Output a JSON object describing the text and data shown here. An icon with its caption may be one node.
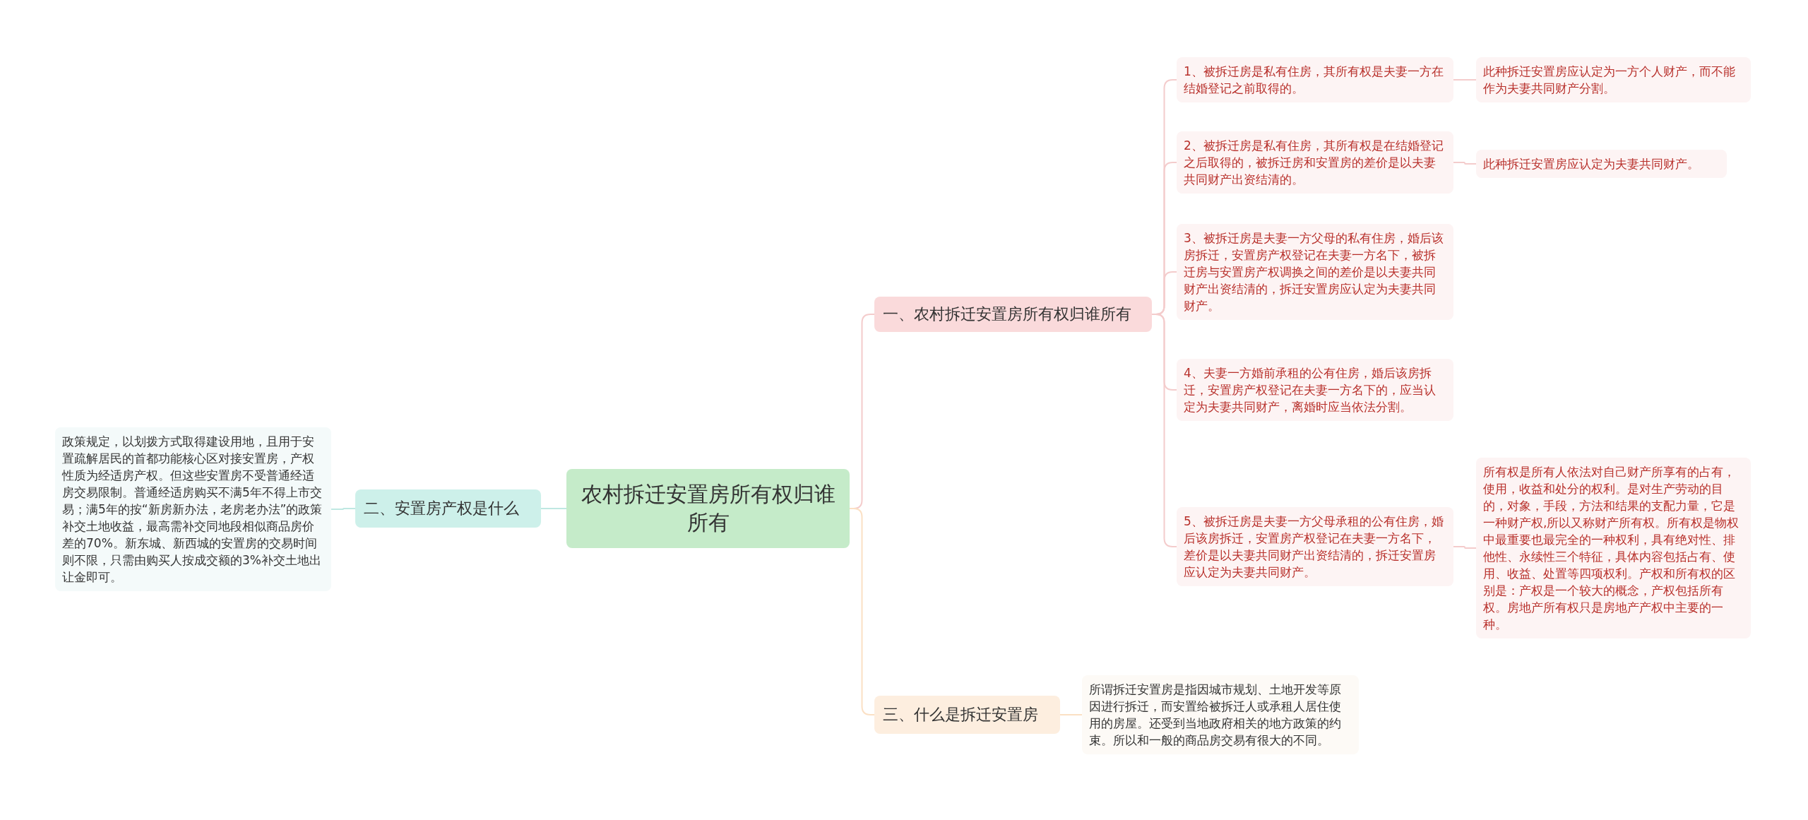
{
  "diagram": {
    "nodes": [
      {
        "text": [
          "农村拆迁安置房所有权归谁所有"
        ]
      },
      {
        "text": [
          "一、农村拆迁安置房所有权归谁所有"
        ]
      },
      {
        "text": [
          "1、被拆迁房是私有住房，其所有权是夫妻一方在结婚登记之前取得的。"
        ]
      },
      {
        "text": [
          "此种拆迁安置房应认定为一方个人财产，而不能作为夫妻共同财产分割。"
        ]
      },
      {
        "text": [
          "2、被拆迁房是私有住房，其所有权是在结婚登记之后取得的，被拆迁房和安置房的差价是以夫妻共同财产出资结清的。"
        ]
      },
      {
        "text": [
          "此种拆迁安置房应认定为夫妻共同财产。"
        ]
      },
      {
        "text": [
          "3、被拆迁房是夫妻一方父母的私有住房，婚后该房拆迁，安置房产权登记在夫妻一方名下，被拆迁房与安置房产权调换之间的差价是以夫妻共同财产出资结清的，拆迁安置房应认定为夫妻共同财产。"
        ]
      },
      {
        "text": [
          "4、夫妻一方婚前承租的公有住房，婚后该房拆迁，安置房产权登记在夫妻一方名下的，应当认定为夫妻共同财产，离婚时应当依法分割。"
        ]
      },
      {
        "text": [
          "5、被拆迁房是夫妻一方父母承租的公有住房，婚后该房拆迁，安置房产权登记在夫妻一方名下，差价是以夫妻共同财产出资结清的，拆迁安置房应认定为夫妻共同财产。"
        ]
      },
      {
        "text": [
          "所有权是所有人依法对自己财产所享有的占有，使用，收益和处分的权利。是对生产劳动的目的，对象，手段，方法和结果的支配力量，它是一种财产权,所以又称财产所有权。所有权是物权中最重要也最完全的一种权利，具有绝对性、排他性、永续性三个特征，具体内容包括占有、使用、收益、处置等四项权利。产权和所有权的区别是：产权是一个较大的概念，产权包括所有权。房地产所有权只是房地产产权中主要的一种。"
        ]
      },
      {
        "text": [
          "二、安置房产权是什么"
        ]
      },
      {
        "text": [
          "政策规定，以划拨方式取得建设用地，且用于安置疏解居民的首都功能核心区对接安置房，产权性质为经适房产权。但这些安置房不受普通经适房交易限制。普通经适房购买不满5年不得上市交易；满5年的按“新房新办法，老房老办法”的政策补交土地收益，最高需补交同地段相似商品房价差的70%。新东城、新西城的安置房的交易时间则不限，只需由购买人按成交额的3%补交土地出让金即可。"
        ]
      },
      {
        "text": [
          "三、什么是拆迁安置房"
        ]
      },
      {
        "text": [
          "所谓拆迁安置房是指因城市规划、土地开发等原因进行拆迁，而安置给被拆迁人或承租人居住使用的房屋。还受到当地政府相关的地方政策的约束。所以和一般的商品房交易有很大的不同。"
        ]
      }
    ],
    "edges": [
      {
        "from": 0,
        "to": 1,
        "arrow": "none"
      },
      {
        "from": 1,
        "to": 2,
        "arrow": "none"
      },
      {
        "from": 2,
        "to": 3,
        "arrow": "none"
      },
      {
        "from": 1,
        "to": 4,
        "arrow": "none"
      },
      {
        "from": 4,
        "to": 5,
        "arrow": "none"
      },
      {
        "from": 1,
        "to": 6,
        "arrow": "none"
      },
      {
        "from": 1,
        "to": 7,
        "arrow": "none"
      },
      {
        "from": 1,
        "to": 8,
        "arrow": "none"
      },
      {
        "from": 8,
        "to": 9,
        "arrow": "none"
      },
      {
        "from": 0,
        "to": 10,
        "arrow": "none",
        "color": "#bfe8e2"
      },
      {
        "from": 10,
        "to": 11,
        "arrow": "none",
        "color": "#bfe8e2"
      },
      {
        "from": 0,
        "to": 12,
        "arrow": "none",
        "color": "#fbe0c4"
      },
      {
        "from": 12,
        "to": 13,
        "arrow": "none",
        "color": "#fbe0c4"
      }
    ]
  }
}
